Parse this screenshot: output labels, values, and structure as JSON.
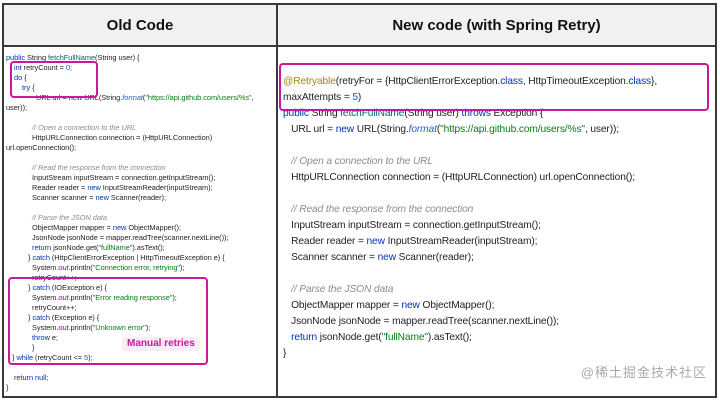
{
  "header": {
    "old": "Old Code",
    "new": "New code (with Spring Retry)"
  },
  "old_code": {
    "lines": [
      [
        [
          "k",
          "public "
        ],
        [
          "p",
          "String "
        ],
        [
          "d",
          "fetchFullName"
        ],
        [
          "p",
          "(String user) {"
        ]
      ],
      [
        [
          "p",
          "    "
        ],
        [
          "k",
          "int"
        ],
        [
          "p",
          " retryCount = "
        ],
        [
          "n",
          "0"
        ],
        [
          "p",
          ";"
        ]
      ],
      [
        [
          "p",
          "    "
        ],
        [
          "k",
          "do"
        ],
        [
          "p",
          " {"
        ]
      ],
      [
        [
          "p",
          "        "
        ],
        [
          "k",
          "try"
        ],
        [
          "p",
          " {"
        ]
      ],
      [
        [
          "p",
          "               URL url = "
        ],
        [
          "k",
          "new"
        ],
        [
          "p",
          " URL(String."
        ],
        [
          "m",
          "format"
        ],
        [
          "p",
          "("
        ],
        [
          "s",
          "\"https://api.github.com/users/%s\""
        ],
        [
          "p",
          ","
        ]
      ],
      [
        [
          "p",
          "user));"
        ]
      ],
      [],
      [
        [
          "p",
          "             "
        ],
        [
          "c",
          "// Open a connection to the URL"
        ]
      ],
      [
        [
          "p",
          "             HttpURLConnection connection = (HttpURLConnection)"
        ]
      ],
      [
        [
          "p",
          "url.openConnection();"
        ]
      ],
      [],
      [
        [
          "p",
          "             "
        ],
        [
          "c",
          "// Read the response from the connection"
        ]
      ],
      [
        [
          "p",
          "             InputStream inputStream = connection.getInputStream();"
        ]
      ],
      [
        [
          "p",
          "             Reader reader = "
        ],
        [
          "k",
          "new"
        ],
        [
          "p",
          " InputStreamReader(inputStream);"
        ]
      ],
      [
        [
          "p",
          "             Scanner scanner = "
        ],
        [
          "k",
          "new"
        ],
        [
          "p",
          " Scanner(reader);"
        ]
      ],
      [],
      [
        [
          "p",
          "             "
        ],
        [
          "c",
          "// Parse the JSON data"
        ]
      ],
      [
        [
          "p",
          "             ObjectMapper mapper = "
        ],
        [
          "k",
          "new"
        ],
        [
          "p",
          " ObjectMapper();"
        ]
      ],
      [
        [
          "p",
          "             JsonNode jsonNode = mapper.readTree(scanner.nextLine());"
        ]
      ],
      [
        [
          "p",
          "             "
        ],
        [
          "k",
          "return"
        ],
        [
          "p",
          " jsonNode.get("
        ],
        [
          "s",
          "\"fullName\""
        ],
        [
          "p",
          ").asText();"
        ]
      ],
      [
        [
          "p",
          "           } "
        ],
        [
          "k",
          "catch"
        ],
        [
          "p",
          " (HttpClientErrorException | HttpTimeoutException e) {"
        ]
      ],
      [
        [
          "p",
          "             System."
        ],
        [
          "f",
          "out"
        ],
        [
          "p",
          ".println("
        ],
        [
          "s",
          "\"Connection error, retrying\""
        ],
        [
          "p",
          ");"
        ]
      ],
      [
        [
          "p",
          "             retryCount++;"
        ]
      ],
      [
        [
          "p",
          "           } "
        ],
        [
          "k",
          "catch"
        ],
        [
          "p",
          " (IOException e) {"
        ]
      ],
      [
        [
          "p",
          "             System."
        ],
        [
          "f",
          "out"
        ],
        [
          "p",
          ".println("
        ],
        [
          "s",
          "\"Error reading response\""
        ],
        [
          "p",
          ");"
        ]
      ],
      [
        [
          "p",
          "             retryCount++;"
        ]
      ],
      [
        [
          "p",
          "           } "
        ],
        [
          "k",
          "catch"
        ],
        [
          "p",
          " (Exception e) {"
        ]
      ],
      [
        [
          "p",
          "             System."
        ],
        [
          "f",
          "out"
        ],
        [
          "p",
          ".println("
        ],
        [
          "s",
          "\"Unknown error\""
        ],
        [
          "p",
          ");"
        ]
      ],
      [
        [
          "p",
          "             "
        ],
        [
          "k",
          "throw"
        ],
        [
          "p",
          " e;"
        ]
      ],
      [
        [
          "p",
          "             }"
        ]
      ],
      [
        [
          "p",
          "   } "
        ],
        [
          "k",
          "while"
        ],
        [
          "p",
          " (retryCount <= "
        ],
        [
          "n",
          "5"
        ],
        [
          "p",
          ");"
        ]
      ],
      [],
      [
        [
          "p",
          "    "
        ],
        [
          "k",
          "return"
        ],
        [
          "p",
          " "
        ],
        [
          "k",
          "null"
        ],
        [
          "p",
          ";"
        ]
      ],
      [
        [
          "p",
          "}"
        ]
      ]
    ]
  },
  "new_code": {
    "lines": [
      [
        [
          "a",
          "@Retryable"
        ],
        [
          "p",
          "(retryFor = {HttpClientErrorException."
        ],
        [
          "k",
          "class"
        ],
        [
          "p",
          ", HttpTimeoutException."
        ],
        [
          "k",
          "class"
        ],
        [
          "p",
          "},"
        ]
      ],
      [
        [
          "p",
          "maxAttempts = "
        ],
        [
          "n",
          "5"
        ],
        [
          "p",
          ")"
        ]
      ],
      [
        [
          "k",
          "public "
        ],
        [
          "p",
          "String "
        ],
        [
          "d",
          "fetchFullName"
        ],
        [
          "p",
          "(String user) "
        ],
        [
          "k",
          "throws"
        ],
        [
          "p",
          " Exception {"
        ]
      ],
      [
        [
          "p",
          "   URL url = "
        ],
        [
          "k",
          "new"
        ],
        [
          "p",
          " URL(String."
        ],
        [
          "m",
          "format"
        ],
        [
          "p",
          "("
        ],
        [
          "s",
          "\"https://api.github.com/users/%s\""
        ],
        [
          "p",
          ", user));"
        ]
      ],
      [],
      [
        [
          "p",
          "   "
        ],
        [
          "c",
          "// Open a connection to the URL"
        ]
      ],
      [
        [
          "p",
          "   HttpURLConnection connection = (HttpURLConnection) url.openConnection();"
        ]
      ],
      [],
      [
        [
          "p",
          "   "
        ],
        [
          "c",
          "// Read the response from the connection"
        ]
      ],
      [
        [
          "p",
          "   InputStream inputStream = connection.getInputStream();"
        ]
      ],
      [
        [
          "p",
          "   Reader reader = "
        ],
        [
          "k",
          "new"
        ],
        [
          "p",
          " InputStreamReader(inputStream);"
        ]
      ],
      [
        [
          "p",
          "   Scanner scanner = "
        ],
        [
          "k",
          "new"
        ],
        [
          "p",
          " Scanner(reader);"
        ]
      ],
      [],
      [
        [
          "p",
          "   "
        ],
        [
          "c",
          "// Parse the JSON data"
        ]
      ],
      [
        [
          "p",
          "   ObjectMapper mapper = "
        ],
        [
          "k",
          "new"
        ],
        [
          "p",
          " ObjectMapper();"
        ]
      ],
      [
        [
          "p",
          "   JsonNode jsonNode = mapper.readTree(scanner.nextLine());"
        ]
      ],
      [
        [
          "p",
          "   "
        ],
        [
          "k",
          "return"
        ],
        [
          "p",
          " jsonNode.get("
        ],
        [
          "s",
          "\"fullName\""
        ],
        [
          "p",
          ").asText();"
        ]
      ],
      [
        [
          "p",
          "}"
        ]
      ]
    ]
  },
  "callout": {
    "manual_retries": "Manual retries"
  },
  "watermark": "@稀土掘金技术社区",
  "colors": {
    "keyword": "#0033b3",
    "method_decl": "#00627a",
    "string": "#067d17",
    "number": "#1750eb",
    "comment": "#8c8c8c",
    "field": "#871094",
    "annotation": "#9e880d",
    "static_method": "#275fbf",
    "highlight_box": "#cb179b",
    "header_bg": "#f1f1f1",
    "table_border": "#3a3a3a",
    "watermark_color": "#a9a9a9"
  }
}
